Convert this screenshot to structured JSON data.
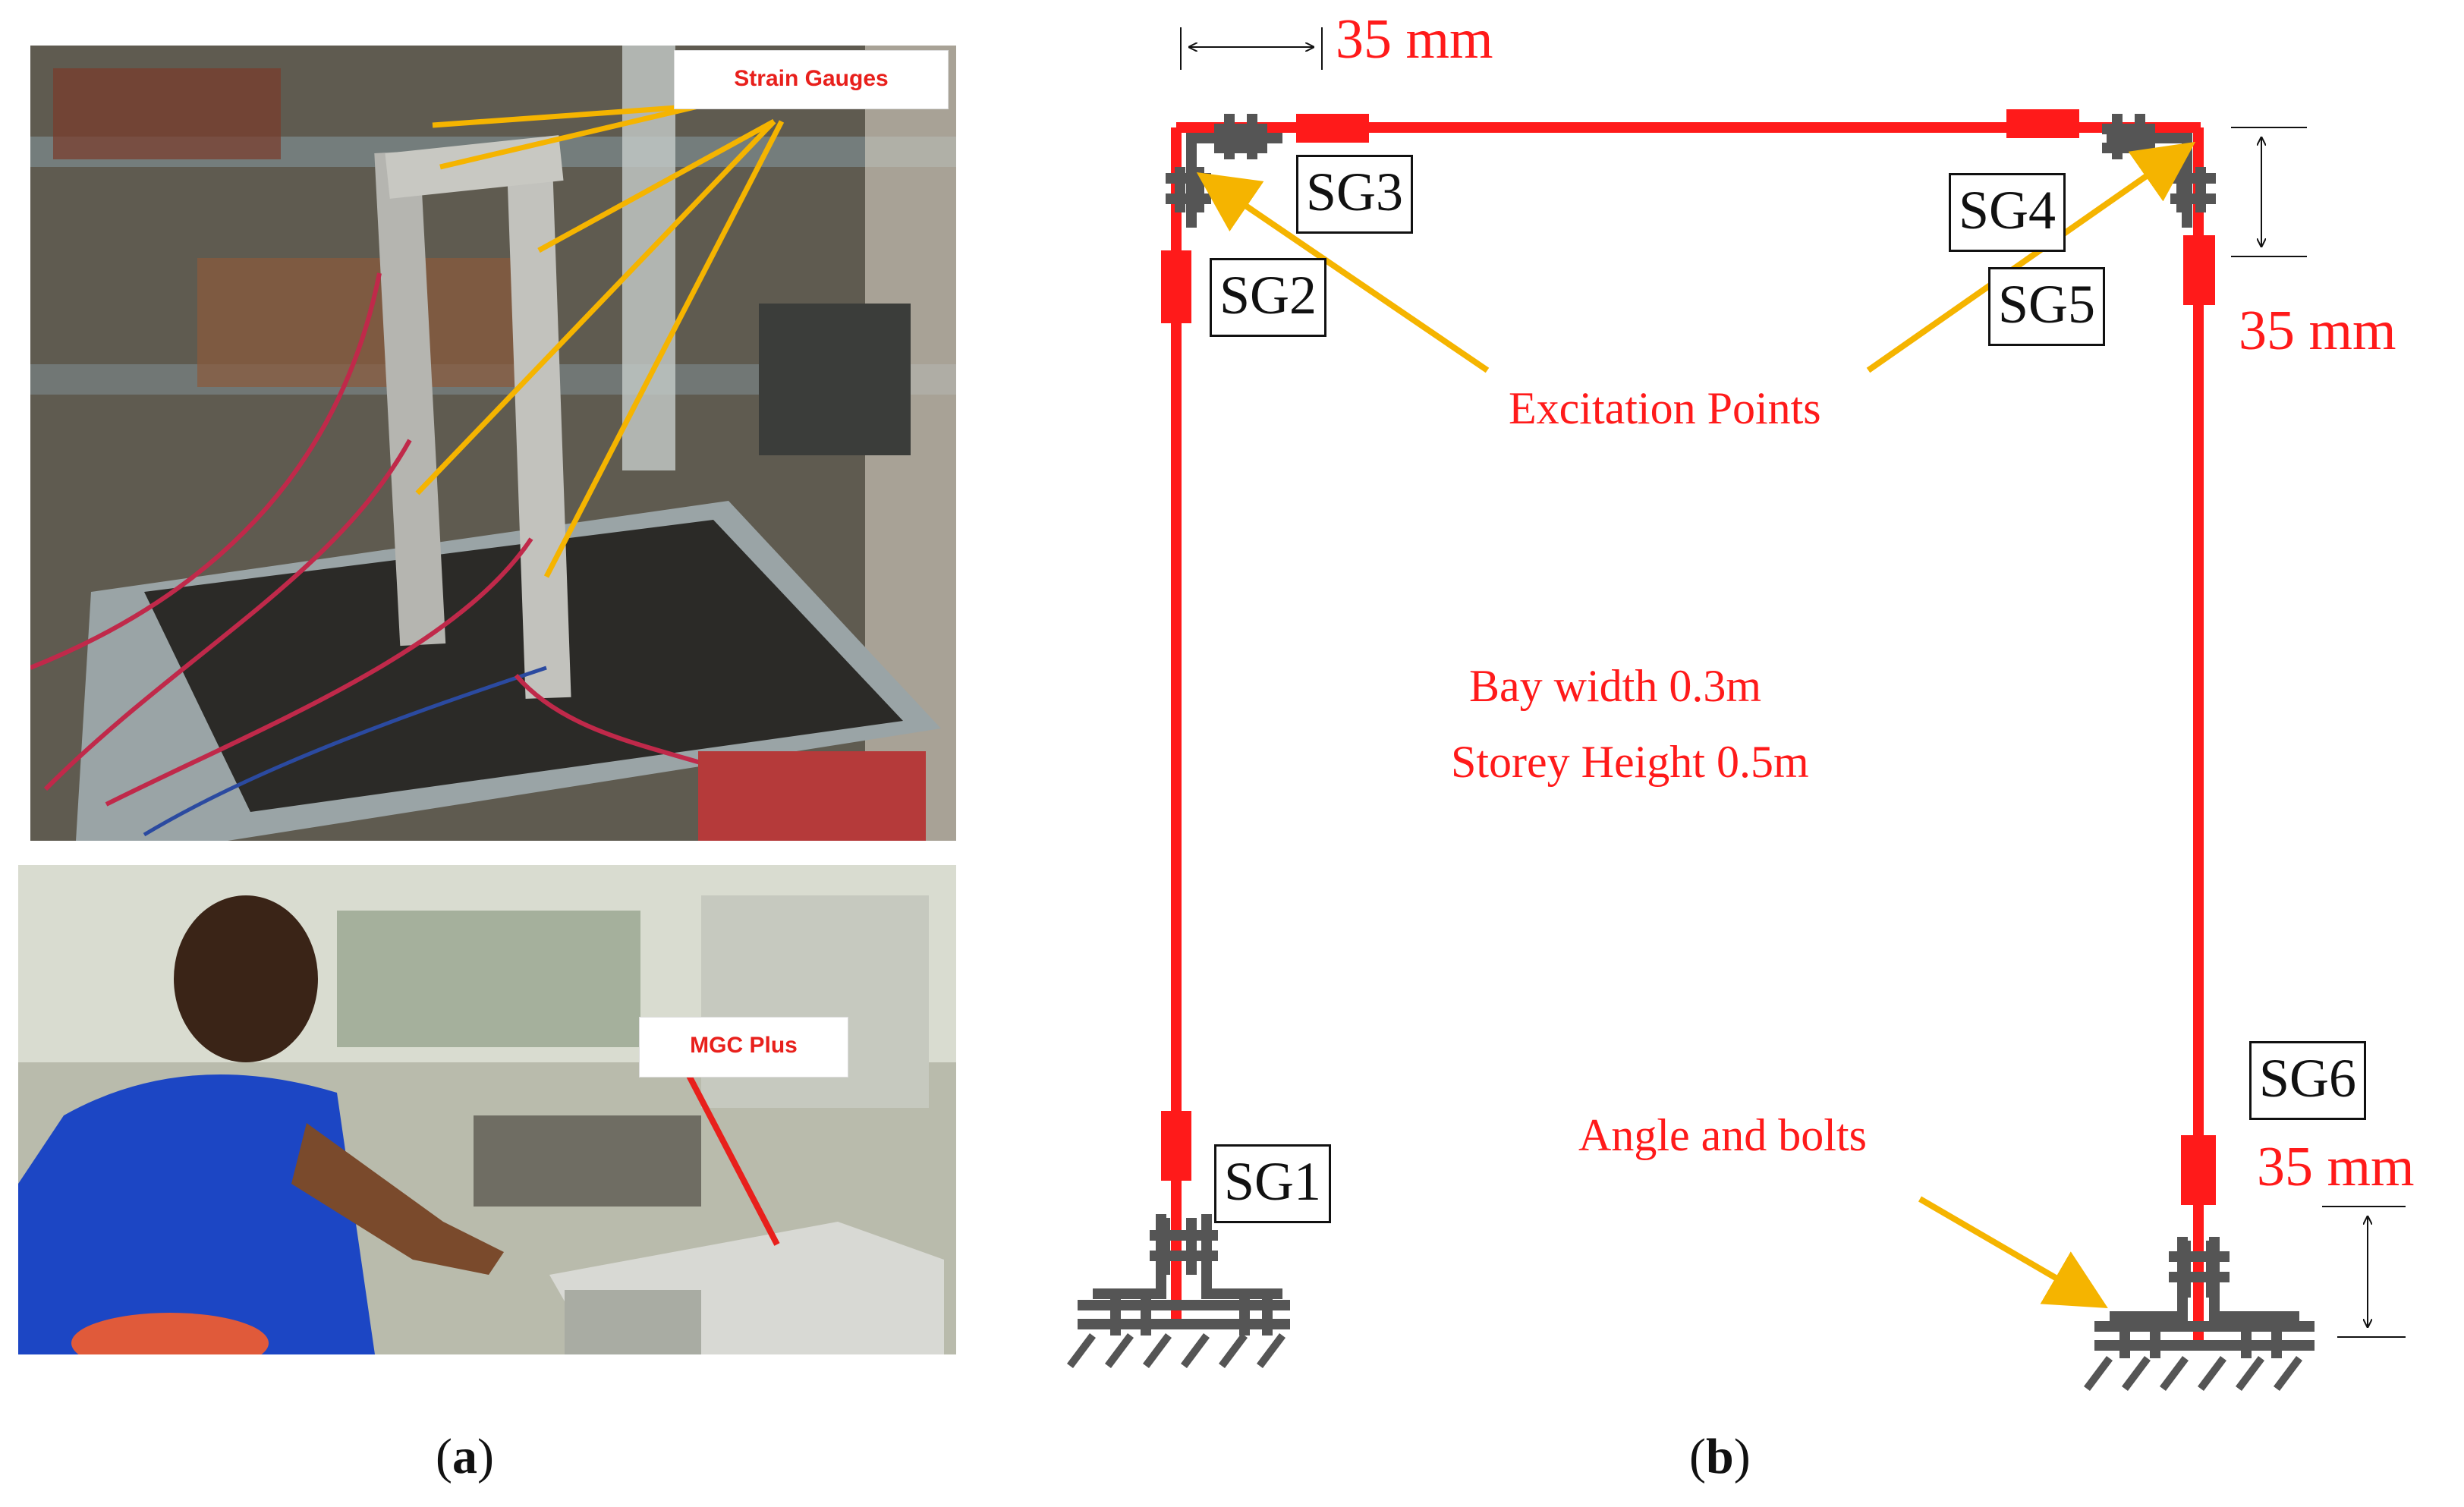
{
  "photo_top": {
    "callout": "Strain Gauges"
  },
  "photo_bottom": {
    "callout": "MGC Plus"
  },
  "captions": {
    "a": "a",
    "b": "b"
  },
  "diagram": {
    "gauges": [
      "SG1",
      "SG2",
      "SG3",
      "SG4",
      "SG5",
      "SG6"
    ],
    "dim_top": "35 mm",
    "dim_right_upper": "35 mm",
    "dim_right_lower": "35 mm",
    "excitation_label": "Excitation Points",
    "bay_width": "Bay width 0.3m",
    "storey_height": "Storey Height 0.5m",
    "angle_label": "Angle and bolts"
  },
  "colors": {
    "frame": "#ff1a1a",
    "bolts": "#555555",
    "arrow": "#f5b400",
    "text_red": "#ff1a1a"
  }
}
